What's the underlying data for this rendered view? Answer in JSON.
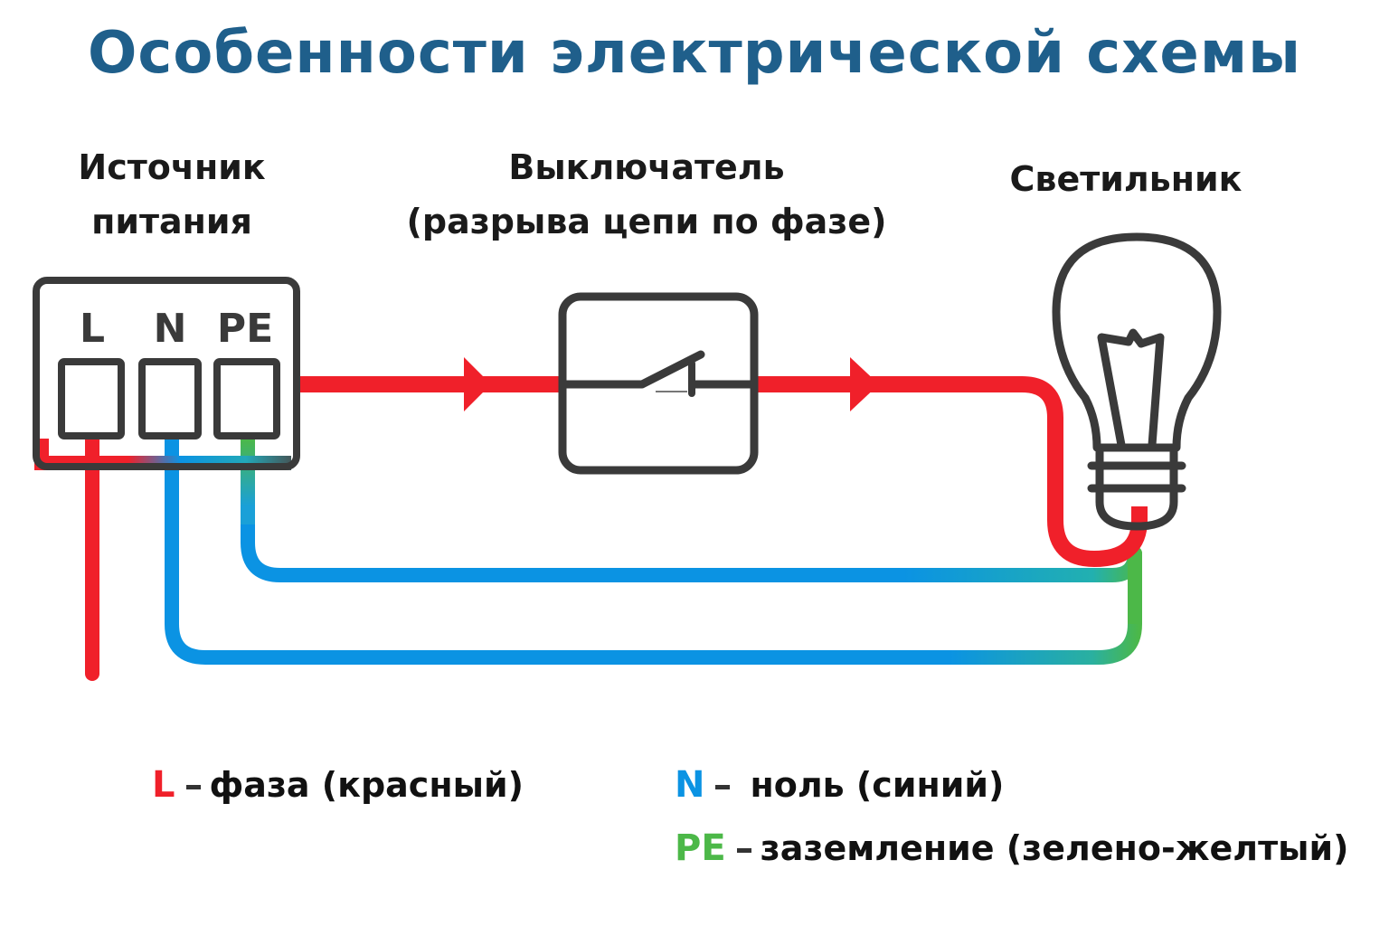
{
  "title": "Особенности электрической схемы",
  "components": {
    "source": {
      "line1": "Источник",
      "line2": "питания",
      "terminals": [
        "L",
        "N",
        "PE"
      ]
    },
    "switch": {
      "line1": "Выключатель",
      "line2": "(разрыва цепи по фазе)"
    },
    "lamp": {
      "label": "Светильник"
    }
  },
  "colors": {
    "phase": "#f0202a",
    "neutral": "#0b93e3",
    "ground": "#4cb848",
    "outline": "#3a3a3a",
    "title": "#1f5f8b"
  },
  "legend": [
    {
      "key": "L",
      "text": "фаза (красный)",
      "color": "#f0202a"
    },
    {
      "key": "N",
      "text": "ноль (синий)",
      "color": "#0b93e3"
    },
    {
      "key": "PE",
      "text": "заземление (зелено-желтый)",
      "color": "#4cb848"
    }
  ]
}
